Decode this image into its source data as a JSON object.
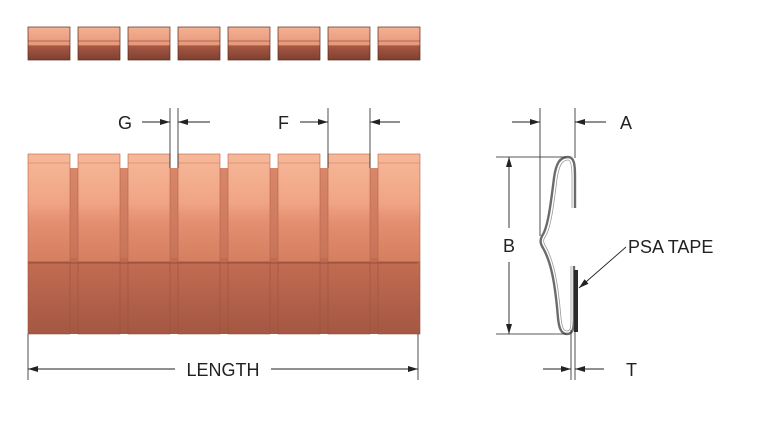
{
  "labels": {
    "g": "G",
    "f": "F",
    "a": "A",
    "b": "B",
    "t": "T",
    "length": "LENGTH",
    "psa_tape": "PSA TAPE"
  },
  "finger_count": 8,
  "colors": {
    "copper_light": "#f0a585",
    "copper_mid": "#e2896a",
    "copper_dark": "#b5614a",
    "copper_shadow": "#8a4636",
    "copper_edge": "#5a2a1c",
    "profile_stroke": "#6b6b6b",
    "dimension_line": "#222222"
  }
}
